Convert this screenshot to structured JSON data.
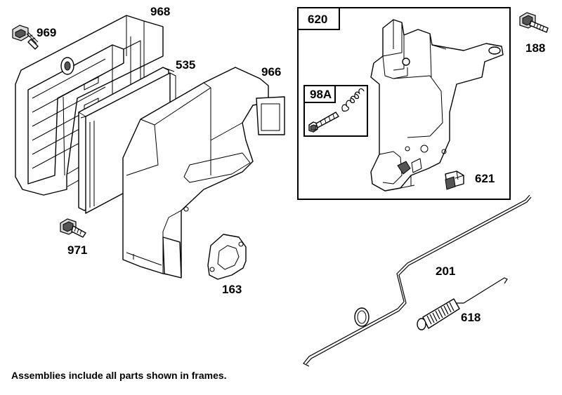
{
  "labels": {
    "p968": "968",
    "p969": "969",
    "p535": "535",
    "p966": "966",
    "p971": "971",
    "p163": "163",
    "p620": "620",
    "p98a": "98A",
    "p621": "621",
    "p188": "188",
    "p201": "201",
    "p618": "618"
  },
  "footnote": "Assemblies include all parts shown in frames."
}
